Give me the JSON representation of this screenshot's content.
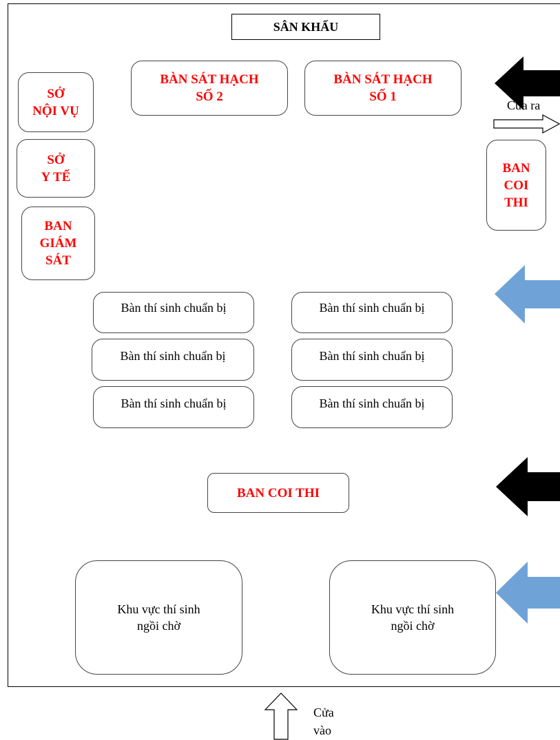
{
  "stage": "SÂN KHẤU",
  "examiner_table_2": [
    "BÀN SÁT HẠCH",
    "SỐ 2"
  ],
  "examiner_table_1": [
    "BÀN SÁT HẠCH",
    "SỐ 1"
  ],
  "dept_home_affairs": [
    "SỞ",
    "NỘI VỤ"
  ],
  "dept_health": [
    "SỞ",
    "Y TẾ"
  ],
  "supervision_board": [
    "BAN",
    "GIÁM",
    "SÁT"
  ],
  "proctor_board_side": [
    "BAN",
    "COI",
    "THI"
  ],
  "proctor_board_center": "BAN COI THI",
  "prep_tables": [
    "Bàn thí sinh chuẩn bị",
    "Bàn thí sinh chuẩn bị",
    "Bàn thí sinh chuẩn bị",
    "Bàn thí sinh chuẩn bị",
    "Bàn thí sinh chuẩn bị",
    "Bàn thí sinh chuẩn bị"
  ],
  "waiting_areas": [
    [
      "Khu vực thí sinh",
      "ngồi chờ"
    ],
    [
      "Khu vực thí sinh",
      "ngồi chờ"
    ]
  ],
  "exit_label": "Cửa ra",
  "entrance_label": [
    "Cửa",
    "vào"
  ],
  "colors": {
    "red_text": "#ff0000",
    "blue_arrow": "#6fa3d8",
    "black_arrow": "#000000"
  }
}
